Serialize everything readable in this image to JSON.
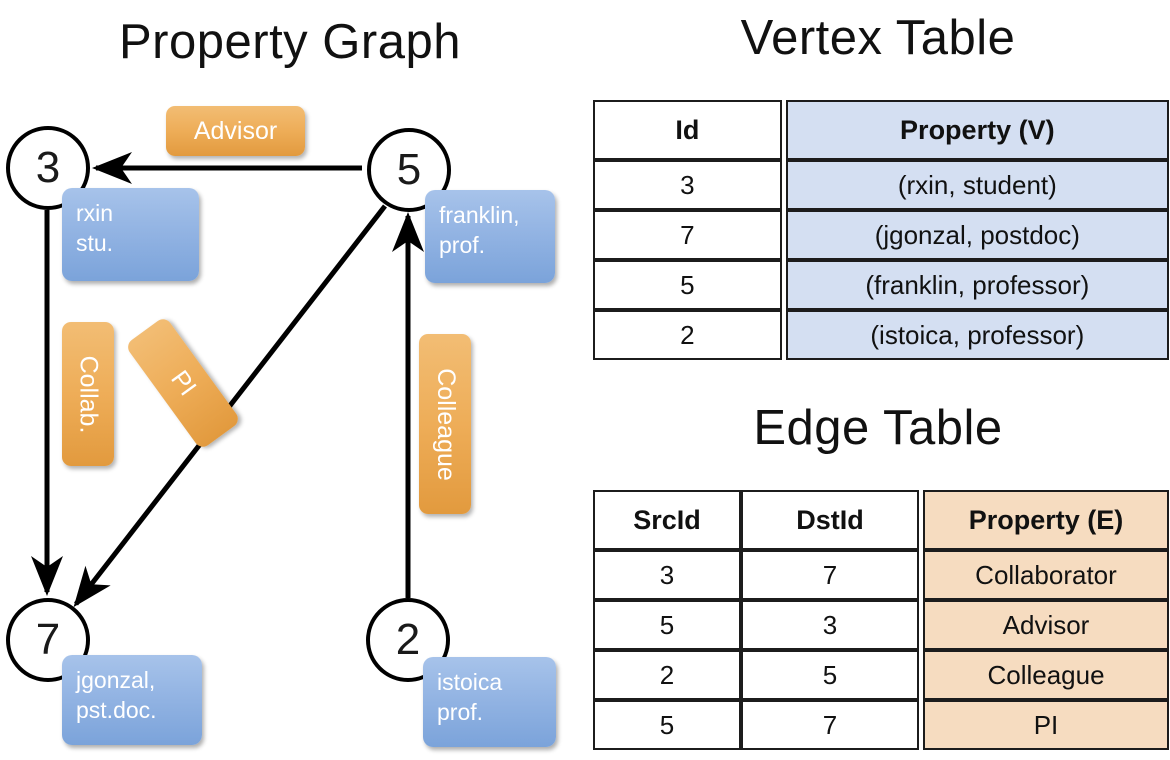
{
  "titles": {
    "property_graph": "Property Graph",
    "vertex_table": "Vertex Table",
    "edge_table": "Edge Table"
  },
  "graph": {
    "nodes": [
      {
        "id": "3",
        "name": "rxin",
        "role": "stu."
      },
      {
        "id": "5",
        "name": "franklin,",
        "role": "prof."
      },
      {
        "id": "7",
        "name": "jgonzal,",
        "role": "pst.doc."
      },
      {
        "id": "2",
        "name": "istoica",
        "role": "prof."
      }
    ],
    "edge_labels": [
      {
        "key": "advisor",
        "text": "Advisor"
      },
      {
        "key": "collab",
        "text": "Collab."
      },
      {
        "key": "pi",
        "text": "PI"
      },
      {
        "key": "colleague",
        "text": "Colleague"
      }
    ]
  },
  "vertex_table": {
    "headers": [
      "Id",
      "Property (V)"
    ],
    "rows": [
      {
        "id": "3",
        "property": "(rxin, student)"
      },
      {
        "id": "7",
        "property": "(jgonzal, postdoc)"
      },
      {
        "id": "5",
        "property": "(franklin, professor)"
      },
      {
        "id": "2",
        "property": "(istoica, professor)"
      }
    ]
  },
  "edge_table": {
    "headers": [
      "SrcId",
      "DstId",
      "Property (E)"
    ],
    "rows": [
      {
        "src": "3",
        "dst": "7",
        "property": "Collaborator"
      },
      {
        "src": "5",
        "dst": "3",
        "property": "Advisor"
      },
      {
        "src": "2",
        "dst": "5",
        "property": "Colleague"
      },
      {
        "src": "5",
        "dst": "7",
        "property": "PI"
      }
    ]
  },
  "colors": {
    "vertex_property_fill": "#d4dff2",
    "edge_property_fill": "#f6dcc0",
    "node_box_blue": "#93b4e3",
    "edge_label_orange": "#eead58",
    "stroke": "#000000",
    "background": "#ffffff"
  }
}
